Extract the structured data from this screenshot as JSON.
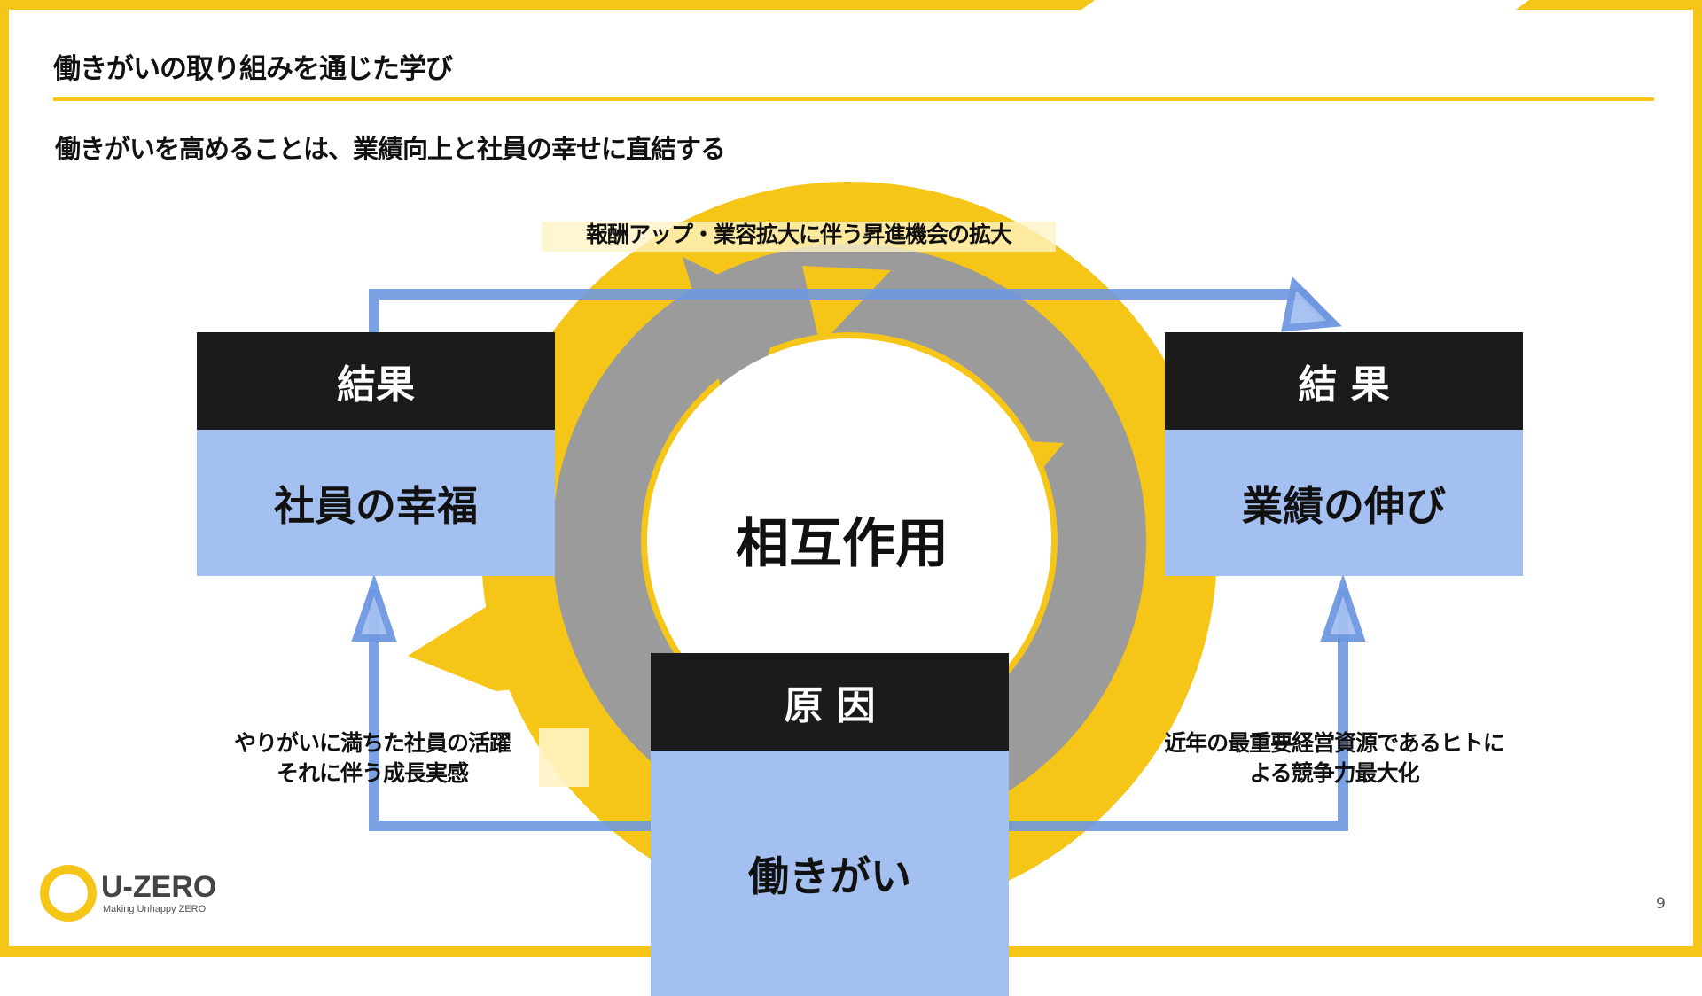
{
  "header": {
    "title": "働きがいの取り組みを通じた学び",
    "subtitle": "働きがいを高めることは、業績向上と社員の幸せに直結する"
  },
  "diagram": {
    "top_caption": "報酬アップ・業容拡大に伴う昇進機会の拡大",
    "center_label": "相互作用",
    "left_box": {
      "header": "結果",
      "body": "社員の幸福"
    },
    "right_box": {
      "header": "結 果",
      "body": "業績の伸び"
    },
    "bottom_box": {
      "header": "原 因",
      "body": "働きがい"
    },
    "left_caption": [
      "やりがいに満ちた社員の活躍",
      "それに伴う成長実感"
    ],
    "right_caption": [
      "近年の最重要経営資源であるヒトに",
      "よる競争力最大化"
    ]
  },
  "footer": {
    "logo_name": "U-ZERO",
    "logo_tagline": "Making Unhappy ZERO",
    "page_number": "9"
  },
  "colors": {
    "accent_yellow": "#F5C518",
    "box_header": "#1B1B1B",
    "box_body": "#A4C0F1",
    "connector_blue": "#6F98E0",
    "cycle_gray": "#9B9B9B"
  }
}
